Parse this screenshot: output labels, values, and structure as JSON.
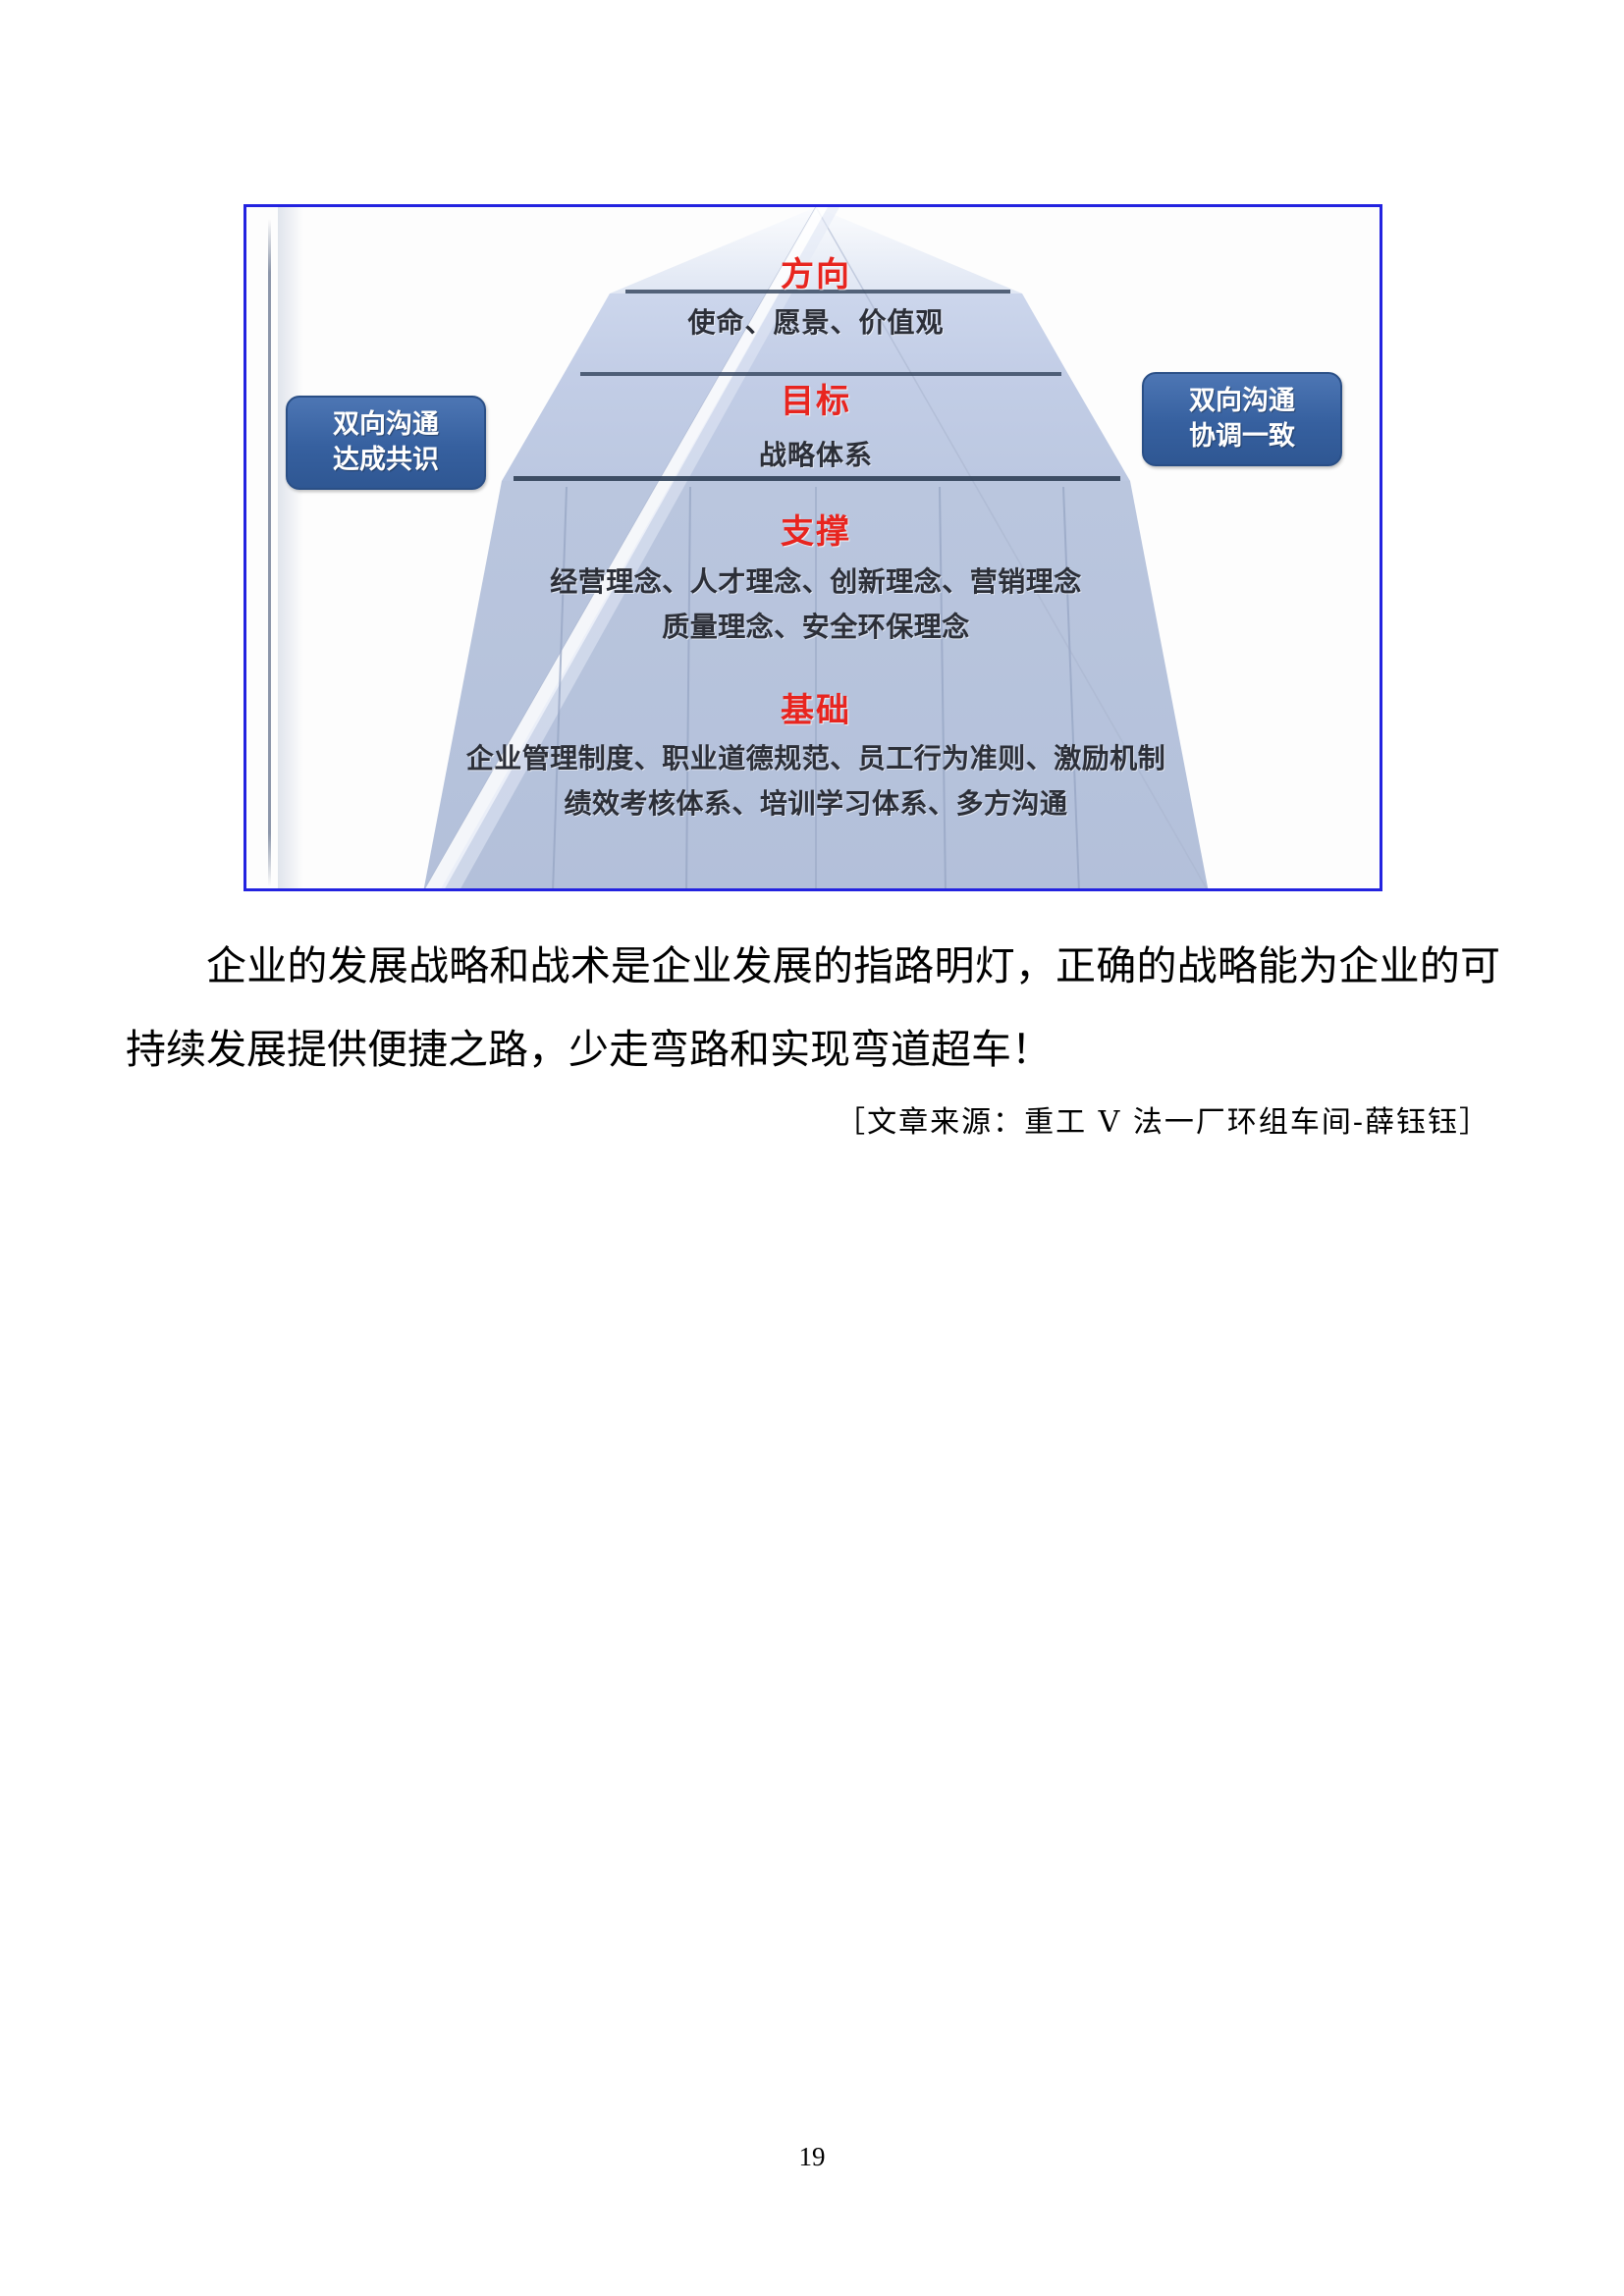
{
  "document": {
    "page_number": "19"
  },
  "figure": {
    "border_color": "#2323e0",
    "callout_left": {
      "line1": "双向沟通",
      "line2": "达成共识"
    },
    "callout_right": {
      "line1": "双向沟通",
      "line2": "协调一致"
    },
    "pyramid": {
      "accent_color": "#e8251f",
      "tiers": [
        {
          "heading": "方向",
          "lines": [
            "使命、愿景、价值观"
          ],
          "fill": "#e9edf6"
        },
        {
          "heading": "目标",
          "lines": [
            "战略体系"
          ],
          "fill": "#c6d0e8"
        },
        {
          "heading": "支撑",
          "lines": [
            "经营理念、人才理念、创新理念、营销理念",
            "质量理念、安全环保理念"
          ],
          "fill": "#bfcbe6"
        },
        {
          "heading": "基础",
          "lines": [
            "企业管理制度、职业道德规范、员工行为准则、激励机制",
            "绩效考核体系、培训学习体系、多方沟通"
          ],
          "fill": "#b8c4dc"
        }
      ]
    }
  },
  "body": {
    "paragraph": "企业的发展战略和战术是企业发展的指路明灯，正确的战略能为企业的可持续发展提供便捷之路，少走弯路和实现弯道超车！",
    "source": "［文章来源：重工 V 法一厂环组车间-薛钰钰］"
  }
}
